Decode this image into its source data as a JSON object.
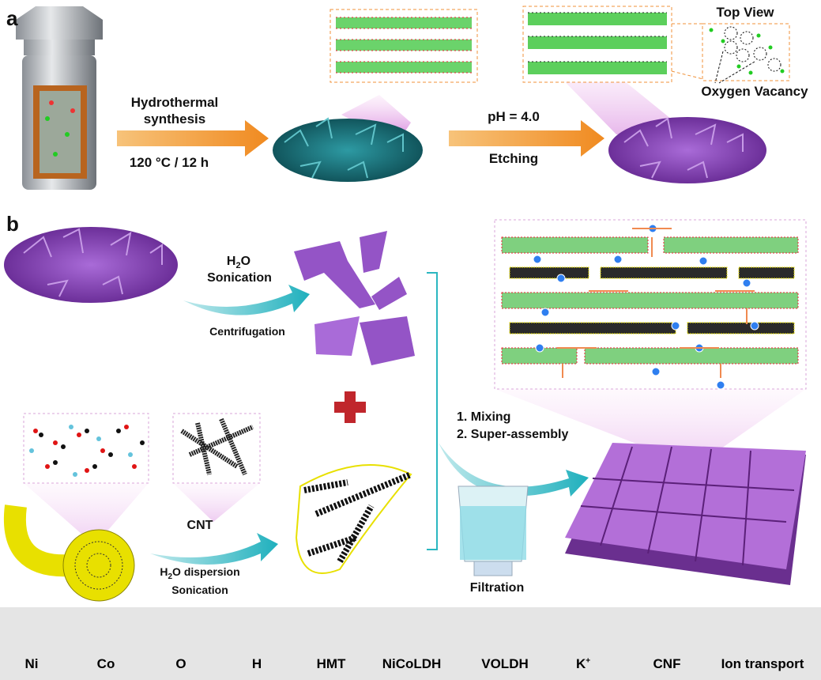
{
  "panels": {
    "a": "a",
    "b": "b"
  },
  "panel_a": {
    "step1_top": "Hydrothermal",
    "step1_mid": "synthesis",
    "step1_bottom": "120 °C / 12 h",
    "step2_top": "pH = 4.0",
    "step2_bottom": "Etching",
    "top_view": "Top View",
    "oxygen_vacancy": "Oxygen Vacancy"
  },
  "panel_b": {
    "h2o_sonication_1": "H",
    "h2o_sonication_sub": "2",
    "h2o_sonication_2": "O",
    "sonication": "Sonication",
    "centrifugation": "Centrifugation",
    "cnt": "CNT",
    "dispersion_1": "H",
    "dispersion_sub": "2",
    "dispersion_2": "O dispersion",
    "dispersion_sonication": "Sonication",
    "mixing": "1. Mixing",
    "super_assembly": "2. Super-assembly",
    "filtration": "Filtration"
  },
  "legend": [
    {
      "label": "Ni",
      "color": "#1fae1f",
      "icon": "sphere"
    },
    {
      "label": "Co",
      "color": "#c67fd0",
      "icon": "sphere"
    },
    {
      "label": "O",
      "color": "#e01414",
      "icon": "sphere"
    },
    {
      "label": "H",
      "color": "#64c3dc",
      "icon": "sphere"
    },
    {
      "label": "HMT",
      "color": "#8a88c8",
      "icon": "sphere"
    },
    {
      "label": "NiCoLDH",
      "color": "#1e7d86",
      "icon": "nanosheet-block"
    },
    {
      "label": "VOLDH",
      "color": "#8b4fb5",
      "icon": "nanosheet-block"
    },
    {
      "label": "K",
      "sup": "+",
      "color": "#2f7ff0",
      "icon": "sphere"
    },
    {
      "label": "CNF",
      "color": "#e8e000",
      "icon": "fiber-roll"
    },
    {
      "label": "Ion transport",
      "color": "#f08a50",
      "icon": "arrows"
    }
  ],
  "colors": {
    "orange_arrow": "#f39a3c",
    "teal_arrow": "#2bb7c0",
    "purple": "#8e4fc0",
    "teal": "#1c7b82",
    "red_plus": "#c0262c"
  }
}
